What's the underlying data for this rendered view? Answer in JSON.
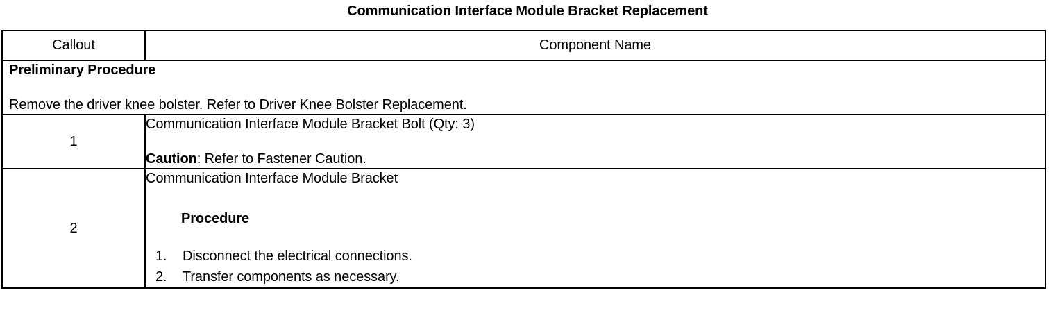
{
  "document": {
    "title": "Communication Interface Module Bracket Replacement"
  },
  "table": {
    "headers": {
      "callout": "Callout",
      "component_name": "Component Name"
    },
    "preliminary": {
      "heading": "Preliminary Procedure",
      "text": "Remove the driver knee bolster. Refer to Driver Knee Bolster Replacement."
    },
    "rows": [
      {
        "callout": "1",
        "component_name": "Communication Interface Module Bracket Bolt (Qty: 3)",
        "caution_label": "Caution",
        "caution_text": ": Refer to Fastener Caution."
      },
      {
        "callout": "2",
        "component_name": "Communication Interface Module Bracket",
        "procedure_heading": "Procedure",
        "steps": [
          {
            "marker": "1.",
            "text": "Disconnect the electrical connections."
          },
          {
            "marker": "2.",
            "text": "Transfer components as necessary."
          }
        ]
      }
    ]
  },
  "colors": {
    "border": "#000000",
    "text": "#000000",
    "background": "#ffffff"
  }
}
